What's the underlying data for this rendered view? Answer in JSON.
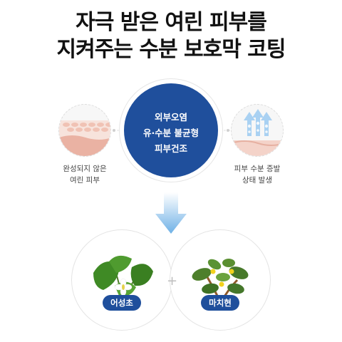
{
  "title": {
    "line1": "자극 받은 여린 피부를",
    "line2": "지켜주는 수분 보호막 코팅"
  },
  "center": {
    "lines": [
      "외부오염",
      "유·수분 불균형",
      "피부건조"
    ]
  },
  "left": {
    "label_line1": "완성되지 않은",
    "label_line2": "여린 피부",
    "icon": "skin-layer-icon"
  },
  "right": {
    "label_line1": "피부 수분 증발",
    "label_line2": "상태 발생",
    "icon": "moisture-evaporation-icon"
  },
  "ingredients": [
    {
      "name": "어성초",
      "icon": "houttuynia-plant-image"
    },
    {
      "name": "마치현",
      "icon": "purslane-plant-image"
    }
  ],
  "plus_symbol": "+",
  "colors": {
    "accent_blue": "#1f4f9c",
    "skin_pink": "#f4cfc4",
    "arrow_blue": "#8cc4ee"
  }
}
